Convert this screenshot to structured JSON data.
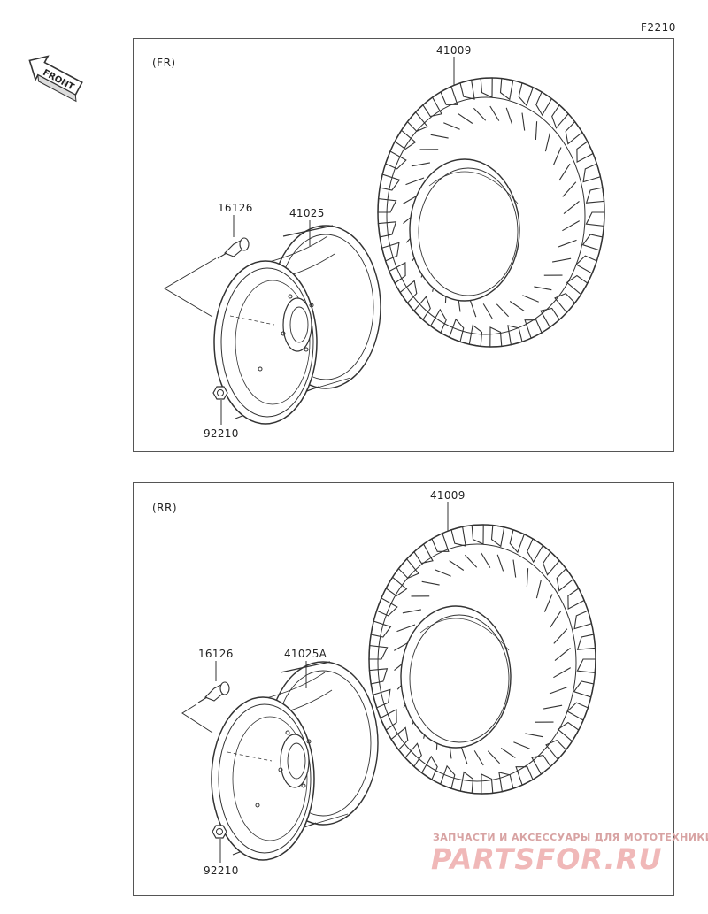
{
  "figure_code": "F2210",
  "front_arrow_text": "FRONT",
  "panels": [
    {
      "label": "(FR)",
      "parts": {
        "tire": "41009",
        "valve": "16126",
        "wheel": "41025",
        "nut": "92210"
      }
    },
    {
      "label": "(RR)",
      "parts": {
        "tire": "41009",
        "valve": "16126",
        "wheel": "41025A",
        "nut": "92210"
      }
    }
  ],
  "watermark": {
    "tagline": "ЗАПЧАСТИ И АКСЕССУАРЫ ДЛЯ МОТОТЕХНИКИ",
    "logo": "PARTSFOR.RU"
  },
  "colors": {
    "line": "#333333",
    "border": "#555555",
    "watermark": "#f0b8b8"
  }
}
